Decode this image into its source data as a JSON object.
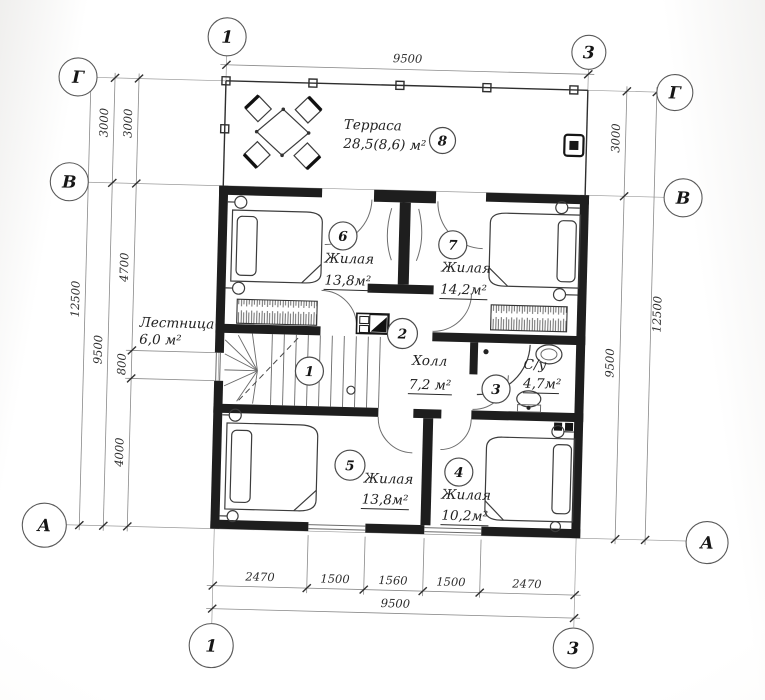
{
  "style": {
    "ink": "#1e1e1e",
    "paper": "#fbfbf9"
  },
  "axes": {
    "top_left": "1",
    "top_right": "3",
    "bottom_left": "1",
    "bottom_right": "3",
    "left": [
      "Г",
      "В",
      "А"
    ],
    "right": [
      "Г",
      "В",
      "А"
    ]
  },
  "rooms": {
    "terrace": {
      "num": "8",
      "name": "Терраса",
      "area": "28,5(8,6) м²"
    },
    "living6": {
      "num": "6",
      "name": "Жилая",
      "area": "13,8м²"
    },
    "living7": {
      "num": "7",
      "name": "Жилая",
      "area": "14,2м²"
    },
    "stairs": {
      "num": "1",
      "name": "Лестница",
      "area": "6,0 м²"
    },
    "hall": {
      "num": "2",
      "name": "Холл",
      "area": "7,2 м²"
    },
    "bath": {
      "num": "3",
      "name": "С/у",
      "area": "4,7м²"
    },
    "living5": {
      "num": "5",
      "name": "Жилая",
      "area": "13,8м²"
    },
    "living4": {
      "num": "4",
      "name": "Жилая",
      "area": "10,2м²"
    }
  },
  "dims": {
    "top_total": "9500",
    "bottom_segments": [
      "2470",
      "1500",
      "1560",
      "1500",
      "2470"
    ],
    "bottom_total": "9500",
    "left_total": "12500",
    "left_mid": [
      "3000",
      "9500"
    ],
    "left_inner": [
      "3000",
      "4700",
      "800",
      "4000"
    ],
    "right_inner": [
      "3000",
      "9500"
    ],
    "right_total": "12500"
  }
}
